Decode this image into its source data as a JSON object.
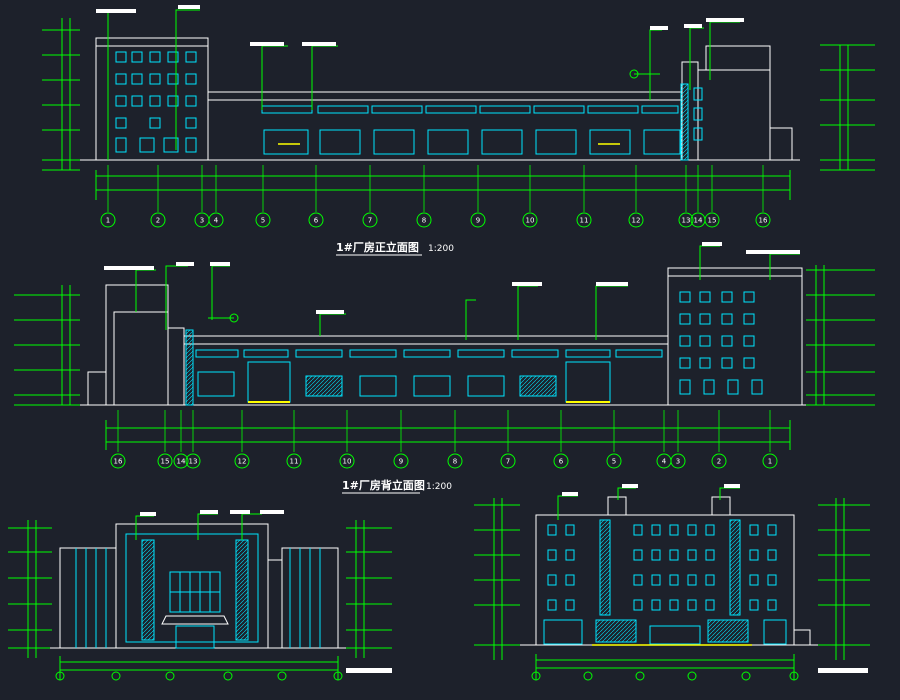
{
  "drawing": {
    "front_title": "1#厂房正立面图",
    "front_scale": "1:200",
    "rear_title": "1#厂房背立面图",
    "rear_scale": "1:200"
  },
  "front_axes": [
    "1",
    "2",
    "3",
    "4",
    "5",
    "6",
    "7",
    "8",
    "9",
    "10",
    "11",
    "12",
    "13",
    "14",
    "15",
    "16"
  ],
  "rear_axes": [
    "16",
    "15",
    "14",
    "13",
    "12",
    "11",
    "10",
    "9",
    "8",
    "7",
    "6",
    "5",
    "4",
    "3",
    "2",
    "1"
  ],
  "colors": {
    "background": "#1d212b",
    "wall_line": "#ffffff",
    "dimension": "#00ff00",
    "glazing": "#00e5ff",
    "accent": "#ffff00"
  }
}
